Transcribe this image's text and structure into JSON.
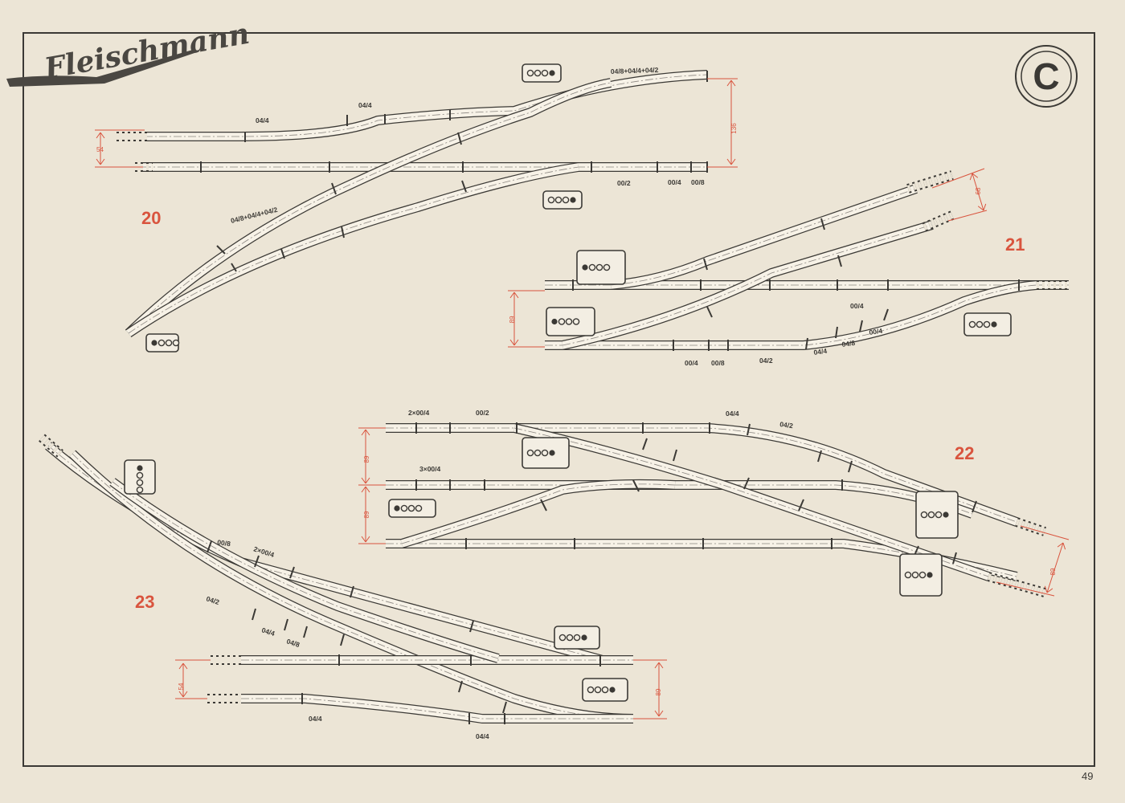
{
  "brand": {
    "name": "Fleischmann",
    "system_mark": "C"
  },
  "page_number": "49",
  "diagrams": [
    {
      "number": "20",
      "labels": [
        "04/4",
        "04/4",
        "04/8+04/4+04/2",
        "04/8+04/4+04/2",
        "00/2",
        "00/4",
        "00/8"
      ],
      "dimensions": [
        "54",
        "136"
      ]
    },
    {
      "number": "21",
      "labels": [
        "00/4",
        "00/4",
        "04/4",
        "04/8",
        "00/4",
        "00/8",
        "04/2"
      ],
      "dimensions": [
        "68",
        "89"
      ]
    },
    {
      "number": "22",
      "labels": [
        "2×00/4",
        "00/2",
        "04/4",
        "04/2",
        "3×00/4"
      ],
      "dimensions": [
        "89",
        "89",
        "89"
      ]
    },
    {
      "number": "23",
      "labels": [
        "00/8",
        "2×00/4",
        "04/2",
        "04/4",
        "04/8",
        "04/4",
        "04/4"
      ],
      "dimensions": [
        "54",
        "89"
      ]
    }
  ],
  "colors": {
    "paper": "#ece5d6",
    "ink": "#3b3935",
    "accent": "#d9543e"
  }
}
